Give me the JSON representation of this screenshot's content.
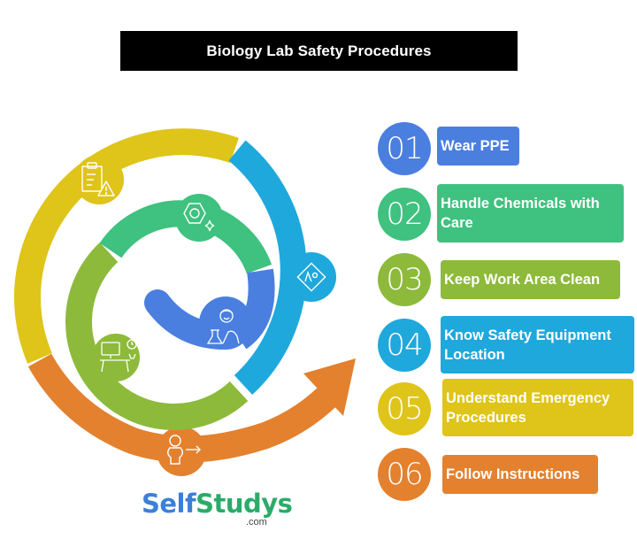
{
  "header": {
    "title": "Biology Lab Safety Procedures"
  },
  "colors": {
    "blue": "#4a7fe0",
    "green": "#3fc17f",
    "lime": "#8dba3b",
    "cyan": "#1fa8dc",
    "yellow": "#dfc41a",
    "orange": "#e3812f",
    "title_bg": "#000000"
  },
  "steps": [
    {
      "number": "01",
      "label": "Wear PPE",
      "color": "#4a7fe0",
      "icon": "scientist-flask-icon"
    },
    {
      "number": "02",
      "label": "Handle Chemicals with Care",
      "color": "#3fc17f",
      "icon": "hexagon-sparkle-icon"
    },
    {
      "number": "03",
      "label": "Keep Work Area Clean",
      "color": "#8dba3b",
      "icon": "desk-computer-clock-icon"
    },
    {
      "number": "04",
      "label": "Know Safety Equipment Location",
      "color": "#1fa8dc",
      "icon": "map-location-icon"
    },
    {
      "number": "05",
      "label": "Understand Emergency Procedures",
      "color": "#dfc41a",
      "icon": "clipboard-warning-icon"
    },
    {
      "number": "06",
      "label": "Follow Instructions",
      "color": "#e3812f",
      "icon": "person-arrow-icon"
    }
  ],
  "logo": {
    "part1": "Self",
    "part2": "Studys",
    "suffix": ".com"
  }
}
